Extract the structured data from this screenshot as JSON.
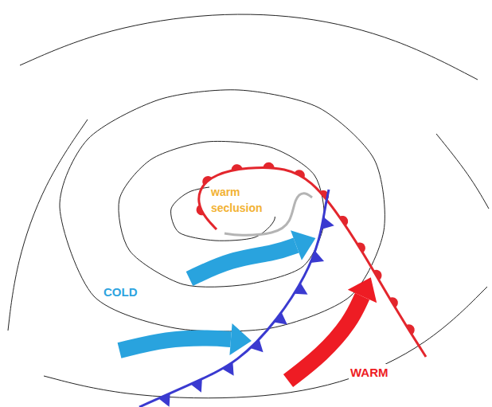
{
  "diagram": {
    "labels": [
      "warm seclusion",
      "COLD",
      "WARM"
    ]
  }
}
